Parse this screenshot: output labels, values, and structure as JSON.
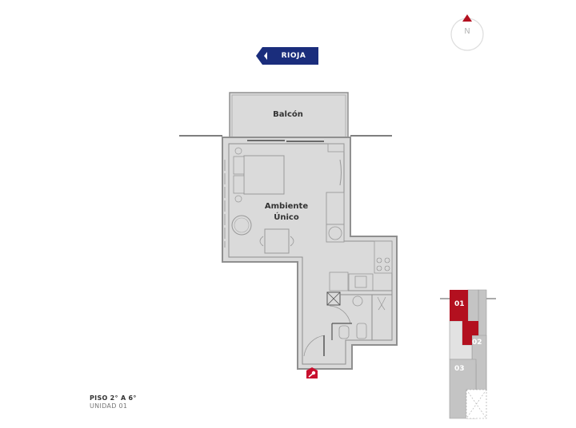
{
  "street_sign": {
    "label": "RIOJA",
    "color": "#1a2d7c",
    "direction": "left"
  },
  "compass": {
    "label": "N",
    "pointer_color": "#b3101f",
    "ring_color": "#dddddd"
  },
  "plan": {
    "wall_color": "#8f8f8f",
    "floor_color": "#dadada",
    "rooms": [
      {
        "name": "Balcón"
      },
      {
        "name_line1": "Ambiente",
        "name_line2": "Único"
      }
    ],
    "entrance_icon": "key-entrance-icon",
    "accent_color": "#c8102e"
  },
  "floor_info": {
    "title": "PISO 2° A 6°",
    "unit": "UNIDAD 01"
  },
  "key_plan": {
    "highlight_color": "#b3101f",
    "units": [
      {
        "id": "01",
        "highlighted": true
      },
      {
        "id": "02",
        "highlighted": false
      },
      {
        "id": "03",
        "highlighted": false
      }
    ]
  }
}
